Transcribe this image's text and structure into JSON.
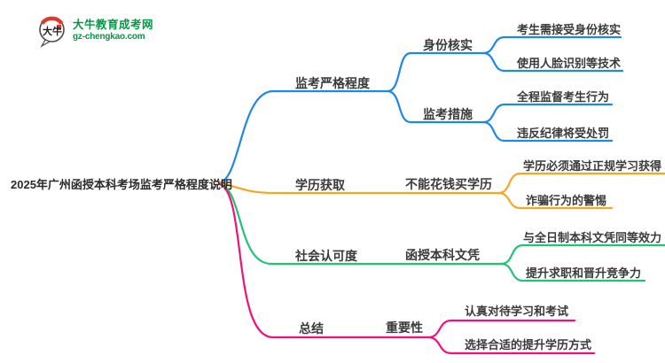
{
  "logo": {
    "icon_text": "大牛",
    "title": "大牛教育成考网",
    "subtitle": "gz-chengkao.com",
    "brand_color": "#009944",
    "accent_red": "#DD3A2A"
  },
  "root": {
    "label": "2025年广州函授本科考场监考严格程度说明"
  },
  "branches": [
    {
      "id": "supervision-strictness",
      "label": "监考严格程度",
      "color": "#1E88E5",
      "children": [
        {
          "label": "身份核实",
          "children": [
            "考生需接受身份核实",
            "使用人脸识别等技术"
          ]
        },
        {
          "label": "监考措施",
          "children": [
            "全程监督考生行为",
            "违反纪律将受处罚"
          ]
        }
      ]
    },
    {
      "id": "degree-acquisition",
      "label": "学历获取",
      "color": "#F5A623",
      "children": [
        {
          "label": "不能花钱买学历",
          "children": [
            "学历必须通过正规学习获得",
            "诈骗行为的警惕"
          ]
        }
      ]
    },
    {
      "id": "social-recognition",
      "label": "社会认可度",
      "color": "#22C275",
      "children": [
        {
          "label": "函授本科文凭",
          "children": [
            "与全日制本科文凭同等效力",
            "提升求职和晋升竞争力"
          ]
        }
      ]
    },
    {
      "id": "summary",
      "label": "总结",
      "color": "#F2117C",
      "children": [
        {
          "label": "重要性",
          "children": [
            "认真对待学习和考试",
            "选择合适的提升学历方式"
          ]
        }
      ]
    }
  ]
}
